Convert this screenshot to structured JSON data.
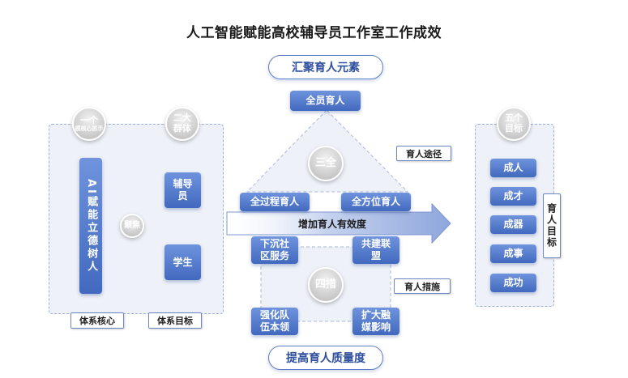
{
  "title": "人工智能赋能高校辅导员工作室工作成效",
  "top_pill": "汇聚育人元素",
  "bottom_pill": "提高育人质量度",
  "left": {
    "circle1_line1": "一个",
    "circle1_line2": "模核心抓手",
    "circle2_line1": "二大",
    "circle2_line2": "群体",
    "core_box": "AI赋能立德树人",
    "focus_circle": "聚焦",
    "group_counselor": "辅导员",
    "group_student": "学生",
    "tag_core": "体系核心",
    "tag_goal": "体系目标"
  },
  "center": {
    "top_box": "全员育人",
    "three_circle": "三全",
    "left_box": "全过程育人",
    "right_box": "全方位育人",
    "path_tag": "育人途径",
    "arrow_text": "增加育人有效度",
    "four_circle": "四措",
    "measures_tag": "育人措施",
    "measure1": "下沉社区服务",
    "measure2": "共建联盟",
    "measure3": "强化队伍本领",
    "measure4": "扩大融媒影响"
  },
  "right": {
    "circle_line1": "五个",
    "circle_line2": "目标",
    "goals": [
      "成人",
      "成才",
      "成器",
      "成事",
      "成功"
    ],
    "goal_tag": "育人目标"
  },
  "colors": {
    "accent": "#4169be",
    "panel": "#eef1f8",
    "arrow": "#5b7fc7"
  }
}
